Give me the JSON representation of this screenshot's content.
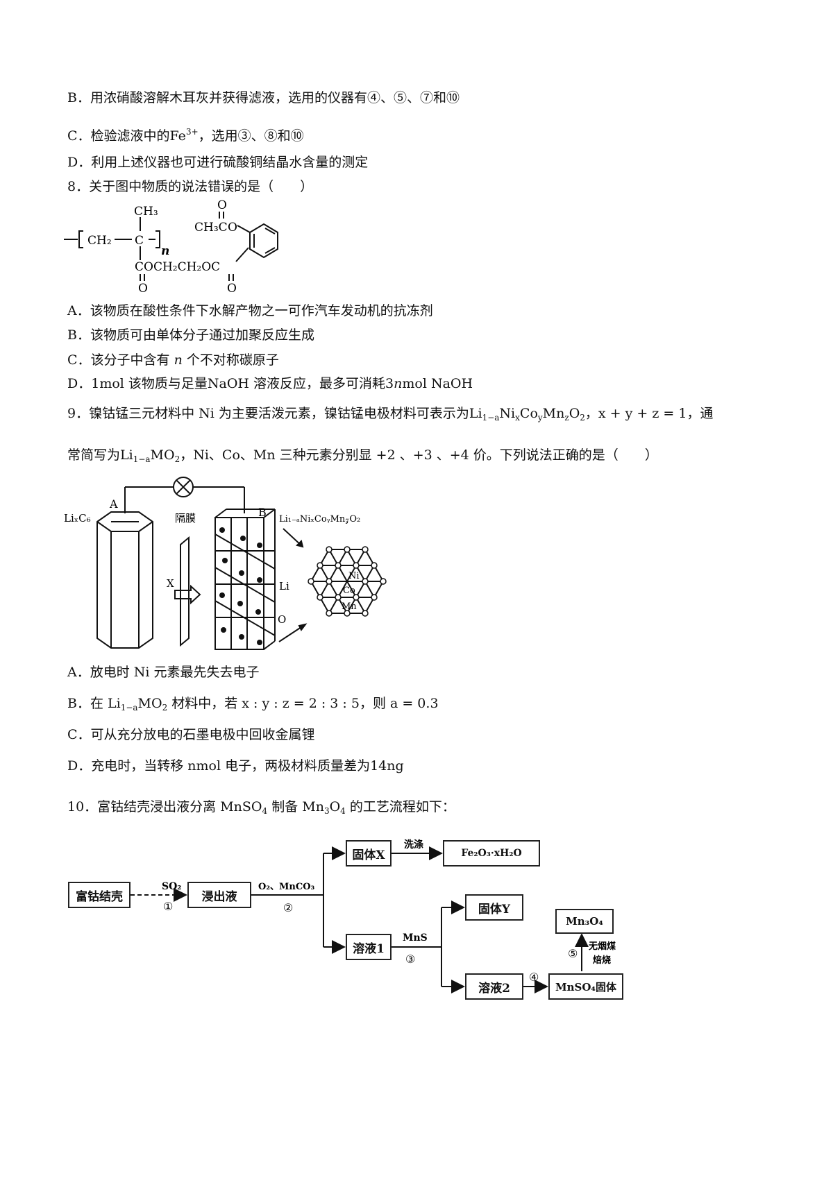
{
  "q7_options": {
    "B": "B．用浓硝酸溶解木耳灰并获得滤液，选用的仪器有④、⑤、⑦和⑩",
    "C_prefix": "C．检验滤液中的Fe",
    "C_sup": "3+",
    "C_suffix": "，选用③、⑧和⑩",
    "D": "D．利用上述仪器也可进行硫酸铜结晶水含量的测定"
  },
  "q8": {
    "stem": "8．关于图中物质的说法错误的是（　　）",
    "structure": {
      "ch3": "CH₃",
      "ch2": "CH₂",
      "c": "C",
      "n": "n",
      "ester_chain": "COCH₂CH₂OC",
      "o": "O",
      "acetoxy": "CH₃C"
    },
    "A": "A．该物质在酸性条件下水解产物之一可作汽车发动机的抗冻剂",
    "B": "B．该物质可由单体分子通过加聚反应生成",
    "C_prefix": "C．该分子中含有 ",
    "C_n": "n",
    "C_suffix": " 个不对称碳原子",
    "D_prefix": "D．1mol 该物质与足量NaOH 溶液反应，最多可消耗3",
    "D_n": "n",
    "D_suffix": "mol NaOH"
  },
  "q9": {
    "stem1_a": "9．镍钴锰三元材料中 Ni 为主要活泼元素，镍钴锰电极材料可表示为Li",
    "stem1_sub1": "1−a",
    "stem1_b": "Ni",
    "stem1_sub2": "x",
    "stem1_c": "Co",
    "stem1_sub3": "y",
    "stem1_d": "Mn",
    "stem1_sub4": "z",
    "stem1_e": "O",
    "stem1_sub5": "2",
    "stem1_f": "，x + y + z = 1，通",
    "stem2_a": "常简写为Li",
    "stem2_sub1": "1−a",
    "stem2_b": "MO",
    "stem2_sub2": "2",
    "stem2_c": "，Ni、Co、Mn 三种元素分别显 +2 、+3 、+4 价。下列说法正确的是（　　）",
    "figure": {
      "lixc6": "LiₓC₆",
      "a_label": "A",
      "b_label": "B",
      "membrane": "隔膜",
      "x_label": "X",
      "li_label": "Li",
      "o_label": "O",
      "formula": "Li₁₋ₐNiₓCoᵧMn𝓏O₂",
      "ni": "Ni",
      "co": "Co",
      "mn": "Mn"
    },
    "A": "A．放电时 Ni 元素最先失去电子",
    "B_a": "B．在 Li",
    "B_sub1": "1−a",
    "B_b": "MO",
    "B_sub2": "2",
    "B_c": " 材料中，若 x : y : z = 2 : 3 : 5，则 a = 0.3",
    "C": "C．可从充分放电的石墨电极中回收金属锂",
    "D": "D．充电时，当转移 nmol 电子，两极材料质量差为14ng"
  },
  "q10": {
    "stem_a": "10．富钴结壳浸出液分离 MnSO",
    "stem_sub1": "4",
    "stem_b": " 制备 Mn",
    "stem_sub2": "3",
    "stem_c": "O",
    "stem_sub3": "4",
    "stem_d": " 的工艺流程如下：",
    "flow": {
      "start": "富钴结壳",
      "so2": "SO₂",
      "step1": "①",
      "leach": "浸出液",
      "o2": "O₂、MnCO₃",
      "step2": "②",
      "solid_x": "固体X",
      "wash": "洗涤",
      "fe2o3": "Fe₂O₃·xH₂O",
      "sol1": "溶液1",
      "mns": "MnS",
      "step3": "③",
      "solid_y": "固体Y",
      "sol2": "溶液2",
      "step4": "④",
      "mnso4": "MnSO₄固体",
      "step5": "⑤",
      "coal1": "无烟煤",
      "coal2": "焙烧",
      "mn3o4": "Mn₃O₄"
    }
  }
}
